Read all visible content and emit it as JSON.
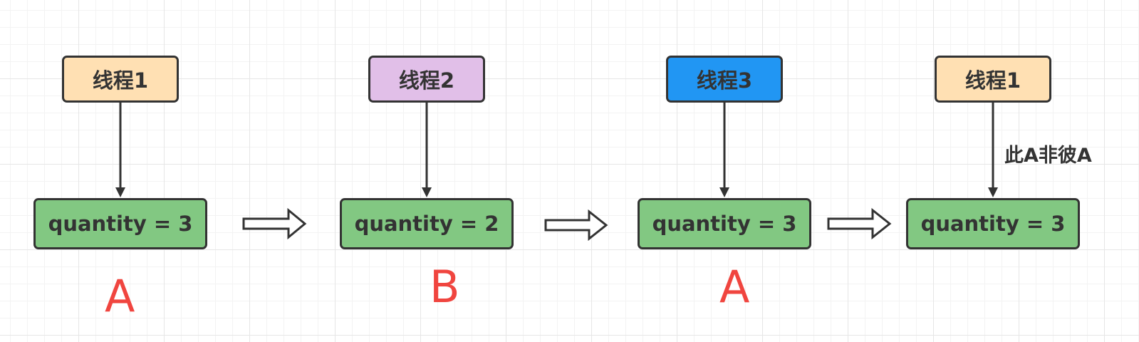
{
  "threads": [
    {
      "label": "线程1",
      "color": "#ffe0b3"
    },
    {
      "label": "线程2",
      "color": "#e1bfe8"
    },
    {
      "label": "线程3",
      "color": "#2196f3"
    },
    {
      "label": "线程1",
      "color": "#ffe0b3"
    }
  ],
  "quantities": [
    {
      "label": "quantity = 3"
    },
    {
      "label": "quantity = 2"
    },
    {
      "label": "quantity = 3"
    },
    {
      "label": "quantity = 3"
    }
  ],
  "letters": [
    "A",
    "B",
    "A"
  ],
  "note": "此A非彼A",
  "colors": {
    "stroke": "#333333",
    "quantity_fill": "#82c882",
    "letter": "#f0453f"
  }
}
